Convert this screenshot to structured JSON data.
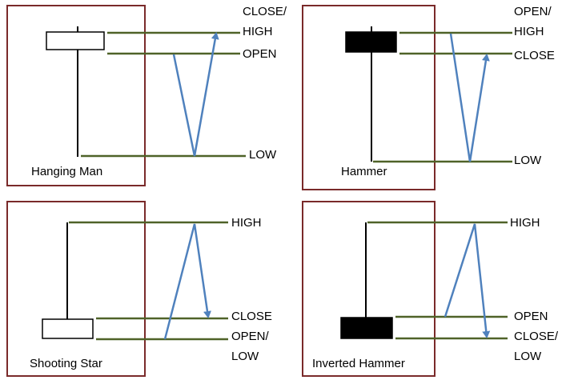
{
  "colors": {
    "frame": "#7a2a2a",
    "level_line": "#4f6228",
    "arrow": "#4f81bd",
    "body_black": "#000000",
    "body_white": "#ffffff"
  },
  "patterns": [
    {
      "name": "Hanging Man",
      "body": "white",
      "labels": [
        "CLOSE/",
        "HIGH",
        "OPEN",
        "LOW"
      ]
    },
    {
      "name": "Hammer",
      "body": "black",
      "labels": [
        "OPEN/",
        "HIGH",
        "CLOSE",
        "LOW"
      ]
    },
    {
      "name": "Shooting Star",
      "body": "white",
      "labels": [
        "HIGH",
        "CLOSE",
        "OPEN/",
        "LOW"
      ]
    },
    {
      "name": "Inverted Hammer",
      "body": "black",
      "labels": [
        "HIGH",
        "OPEN",
        "CLOSE/",
        "LOW"
      ]
    }
  ]
}
